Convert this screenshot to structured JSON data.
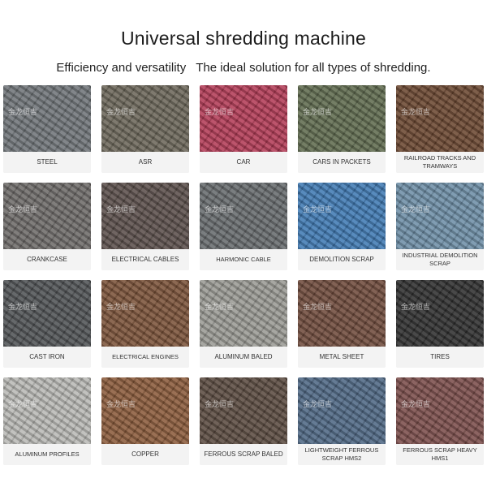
{
  "header": {
    "title": "Universal shredding machine",
    "subtitle_left": "Efficiency and versatility",
    "subtitle_right": "The ideal solution for all types of shredding."
  },
  "watermark": "金龙恒吉",
  "tiles": [
    {
      "label": "STEEL",
      "color": "#6f7478"
    },
    {
      "label": "ASR",
      "color": "#6b6659"
    },
    {
      "label": "CAR",
      "color": "#b23a55"
    },
    {
      "label": "CARS IN PACKETS",
      "color": "#5f6a4e"
    },
    {
      "label": "RAILROAD TRACKS AND TRAMWAYS",
      "color": "#6a4630"
    },
    {
      "label": "CRANKCASE",
      "color": "#6d6a68"
    },
    {
      "label": "ELECTRICAL CABLES",
      "color": "#5a4e4a"
    },
    {
      "label": "HARMONIC CABLE",
      "color": "#666a6c"
    },
    {
      "label": "DEMOLITION SCRAP",
      "color": "#3f79b3"
    },
    {
      "label": "INDUSTRIAL DEMOLITION SCRAP",
      "color": "#6d8ea6"
    },
    {
      "label": "CAST IRON",
      "color": "#4f5254"
    },
    {
      "label": "ELECTRICAL ENGINES",
      "color": "#7a5238"
    },
    {
      "label": "ALUMINUM BALED",
      "color": "#9a9a94"
    },
    {
      "label": "METAL SHEET",
      "color": "#6e4a3c"
    },
    {
      "label": "TIRES",
      "color": "#2e2e2e"
    },
    {
      "label": "ALUMINUM PROFILES",
      "color": "#b9b9b6"
    },
    {
      "label": "COPPER",
      "color": "#8a5a3a"
    },
    {
      "label": "FERROUS SCRAP BALED",
      "color": "#5a4a40"
    },
    {
      "label": "LIGHTWEIGHT FERROUS SCRAP HMS2",
      "color": "#4e6784"
    },
    {
      "label": "FERROUS SCRAP HEAVY HMS1",
      "color": "#7a4d4a"
    }
  ]
}
